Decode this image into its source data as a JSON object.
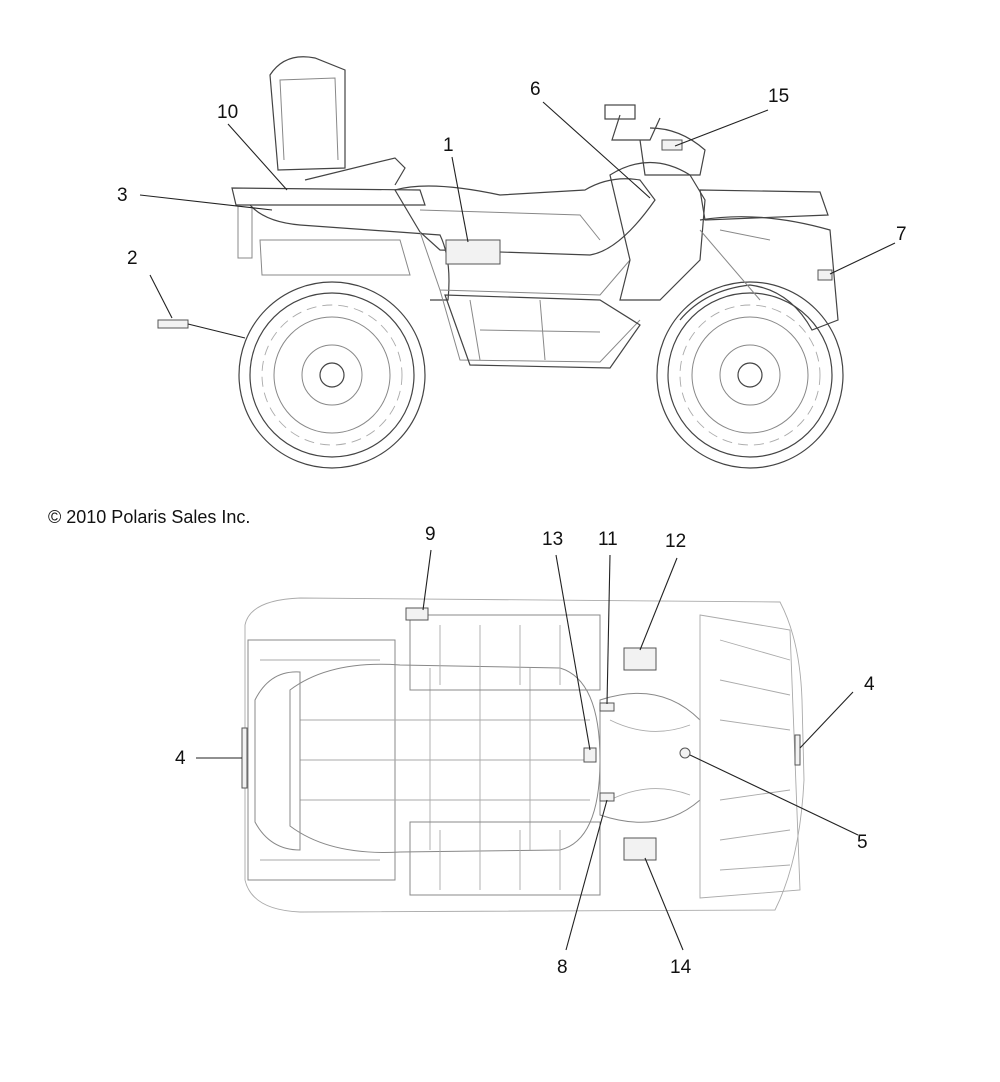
{
  "copyright": "© 2010 Polaris Sales Inc.",
  "callouts": {
    "c1": "1",
    "c2": "2",
    "c3": "3",
    "c4_left": "4",
    "c4_right": "4",
    "c5": "5",
    "c6": "6",
    "c7": "7",
    "c8": "8",
    "c9": "9",
    "c10": "10",
    "c11": "11",
    "c12": "12",
    "c13": "13",
    "c14": "14",
    "c15": "15"
  }
}
